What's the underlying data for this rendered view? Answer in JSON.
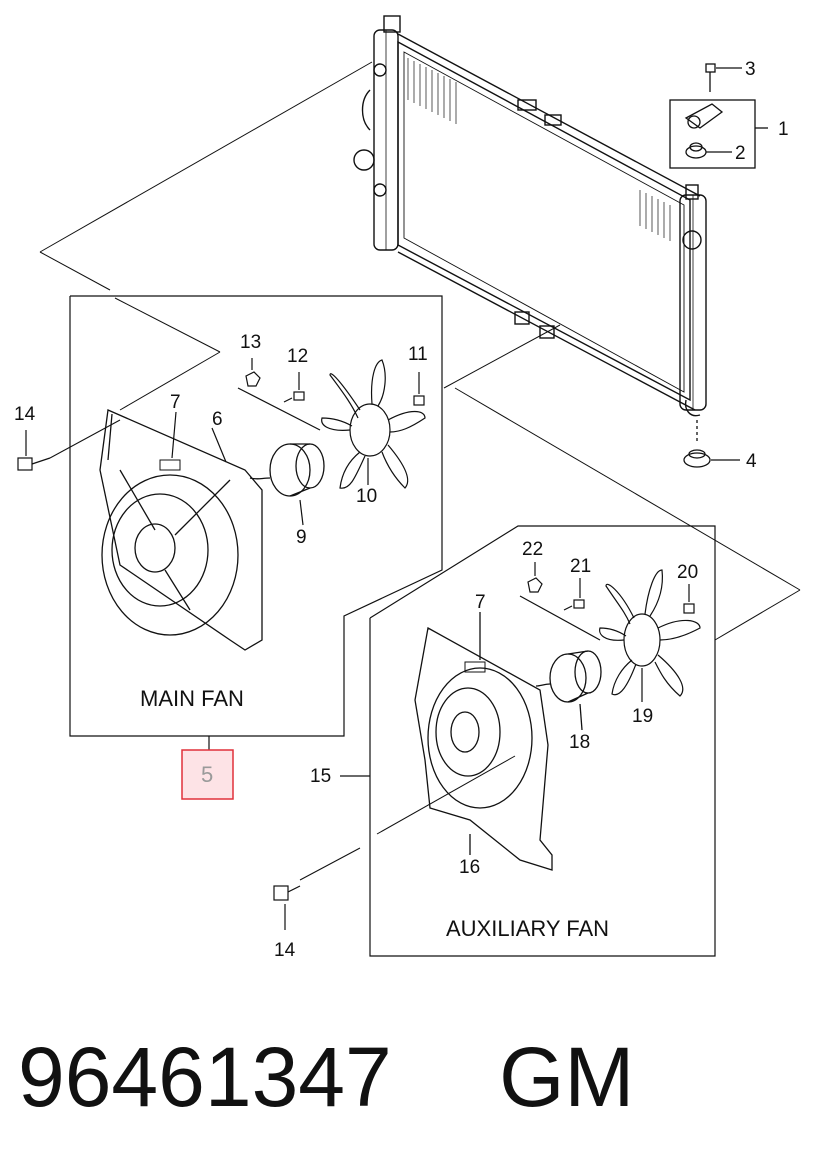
{
  "callouts": {
    "c1": "1",
    "c2": "2",
    "c3": "3",
    "c4": "4",
    "c5": "5",
    "c6": "6",
    "c7a": "7",
    "c7b": "7",
    "c9": "9",
    "c10": "10",
    "c11": "11",
    "c12": "12",
    "c13": "13",
    "c14a": "14",
    "c14b": "14",
    "c15": "15",
    "c16": "16",
    "c18": "18",
    "c19": "19",
    "c20": "20",
    "c21": "21",
    "c22": "22"
  },
  "labels": {
    "main_fan": "MAIN FAN",
    "auxiliary_fan": "AUXILIARY FAN"
  },
  "footer": {
    "part_number": "96461347",
    "brand": "GM"
  },
  "colors": {
    "line": "#111111",
    "highlight_border": "#e0303a",
    "highlight_fill": "#fde3e6"
  }
}
